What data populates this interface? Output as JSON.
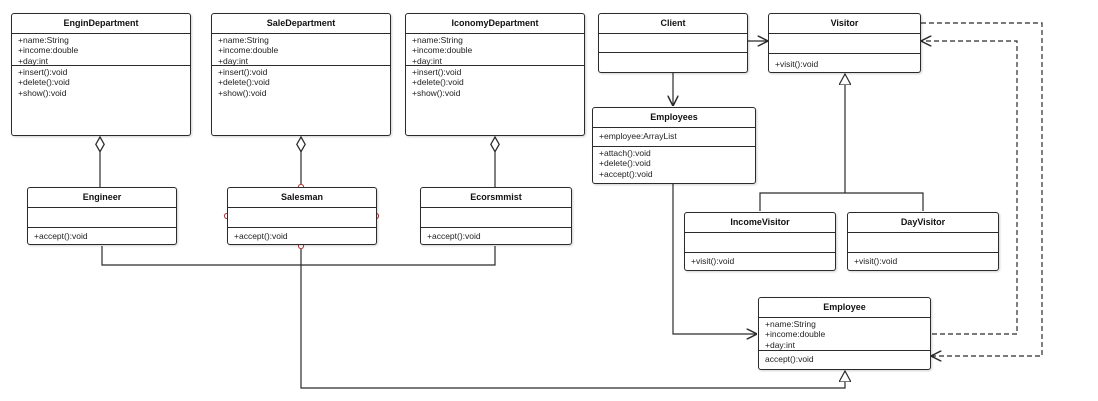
{
  "classes": {
    "engin_department": {
      "name": "EnginDepartment",
      "attributes": [
        "+name:String",
        "+income:double",
        "+day:int"
      ],
      "methods": [
        "+insert():void",
        "+delete():void",
        "+show():void"
      ]
    },
    "sale_department": {
      "name": "SaleDepartment",
      "attributes": [
        "+name:String",
        "+income:double",
        "+day:int"
      ],
      "methods": [
        "+insert():void",
        "+delete():void",
        "+show():void"
      ]
    },
    "iconomy_department": {
      "name": "IconomyDepartment",
      "attributes": [
        "+name:String",
        "+income:double",
        "+day:int"
      ],
      "methods": [
        "+insert():void",
        "+delete():void",
        "+show():void"
      ]
    },
    "client": {
      "name": "Client",
      "attributes": [],
      "methods": []
    },
    "visitor": {
      "name": "Visitor",
      "attributes": [],
      "methods": [
        "+visit():void"
      ]
    },
    "employees": {
      "name": "Employees",
      "attributes": [
        "+employee:ArrayList"
      ],
      "methods": [
        "+attach():void",
        "+delete():void",
        "+accept():void"
      ]
    },
    "engineer": {
      "name": "Engineer",
      "attributes": [],
      "methods": [
        "+accept():void"
      ]
    },
    "salesman": {
      "name": "Salesman",
      "attributes": [],
      "methods": [
        "+accept():void"
      ]
    },
    "ecorsmmist": {
      "name": "Ecorsmmist",
      "attributes": [],
      "methods": [
        "+accept():void"
      ]
    },
    "income_visitor": {
      "name": "IncomeVisitor",
      "attributes": [],
      "methods": [
        "+visit():void"
      ]
    },
    "day_visitor": {
      "name": "DayVisitor",
      "attributes": [],
      "methods": [
        "+visit():void"
      ]
    },
    "employee": {
      "name": "Employee",
      "attributes": [
        "+name:String",
        "+income:double",
        "+day:int"
      ],
      "methods": [
        "accept():void"
      ]
    }
  },
  "relationships": [
    {
      "from": "EnginDepartment",
      "to": "Engineer",
      "type": "aggregation"
    },
    {
      "from": "SaleDepartment",
      "to": "Salesman",
      "type": "aggregation"
    },
    {
      "from": "IconomyDepartment",
      "to": "Ecorsmmist",
      "type": "aggregation"
    },
    {
      "from": "Client",
      "to": "Visitor",
      "type": "association"
    },
    {
      "from": "Client",
      "to": "Employees",
      "type": "association"
    },
    {
      "from": "IncomeVisitor",
      "to": "Visitor",
      "type": "generalization"
    },
    {
      "from": "DayVisitor",
      "to": "Visitor",
      "type": "generalization"
    },
    {
      "from": "Employees",
      "to": "Employee",
      "type": "association"
    },
    {
      "from": "Engineer",
      "to": "Employee",
      "type": "generalization"
    },
    {
      "from": "Salesman",
      "to": "Employee",
      "type": "generalization"
    },
    {
      "from": "Ecorsmmist",
      "to": "Employee",
      "type": "generalization"
    },
    {
      "from": "Visitor",
      "to": "Employee",
      "type": "dependency"
    },
    {
      "from": "Employee",
      "to": "Visitor",
      "type": "dependency"
    }
  ],
  "colors": {
    "line": "#2b2b2b",
    "box_border": "#2b2b2b",
    "selection_handle": "#b03a3a"
  }
}
